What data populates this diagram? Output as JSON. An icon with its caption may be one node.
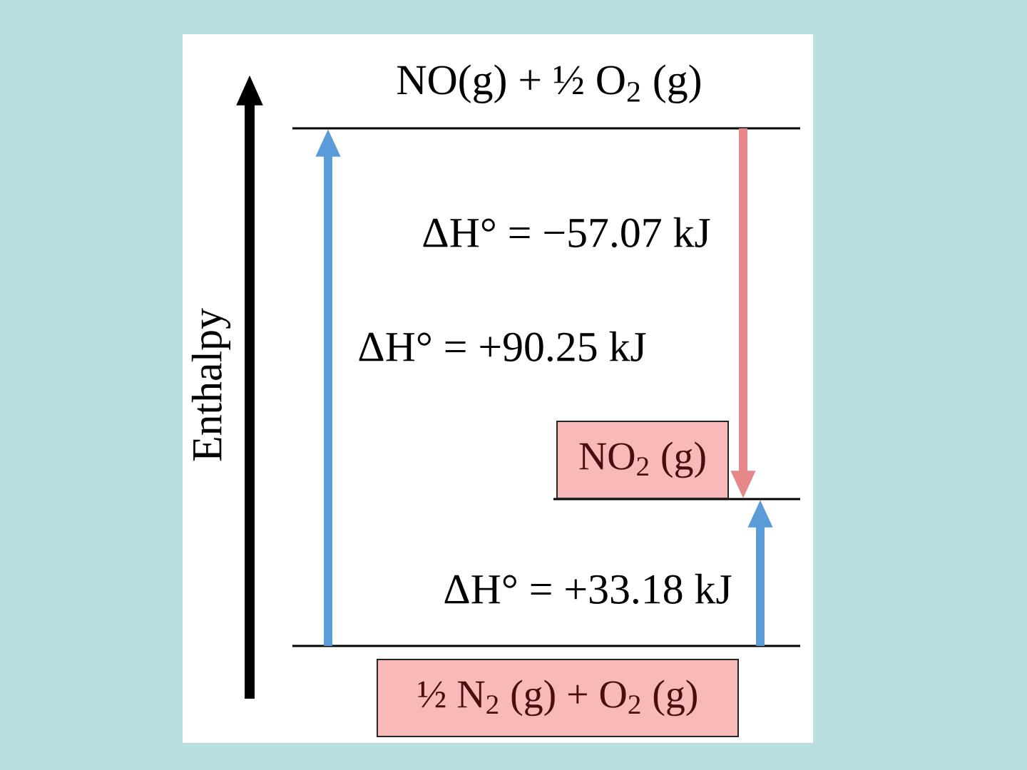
{
  "diagram": {
    "nodes": [
      {
        "text": [
          "NO(g) + ½ O$_{2}$ (g)"
        ]
      },
      {
        "text": [
          "NO$_{2}$ (g)"
        ]
      },
      {
        "text": [
          "½ N$_{2}$ (g) + O$_{2}$ (g)"
        ]
      }
    ],
    "edges": [
      {
        "from": 2,
        "to": 0,
        "arrow": "to",
        "label": "ΔH° = +90.25 kJ"
      },
      {
        "from": 0,
        "to": 1,
        "arrow": "to",
        "label": "ΔH° = −57.07 kJ",
        "color": "#e8878a"
      },
      {
        "from": 2,
        "to": 1,
        "arrow": "to",
        "label": "ΔH° = +33.18 kJ"
      }
    ],
    "labels": [
      "Enthalpy"
    ]
  }
}
